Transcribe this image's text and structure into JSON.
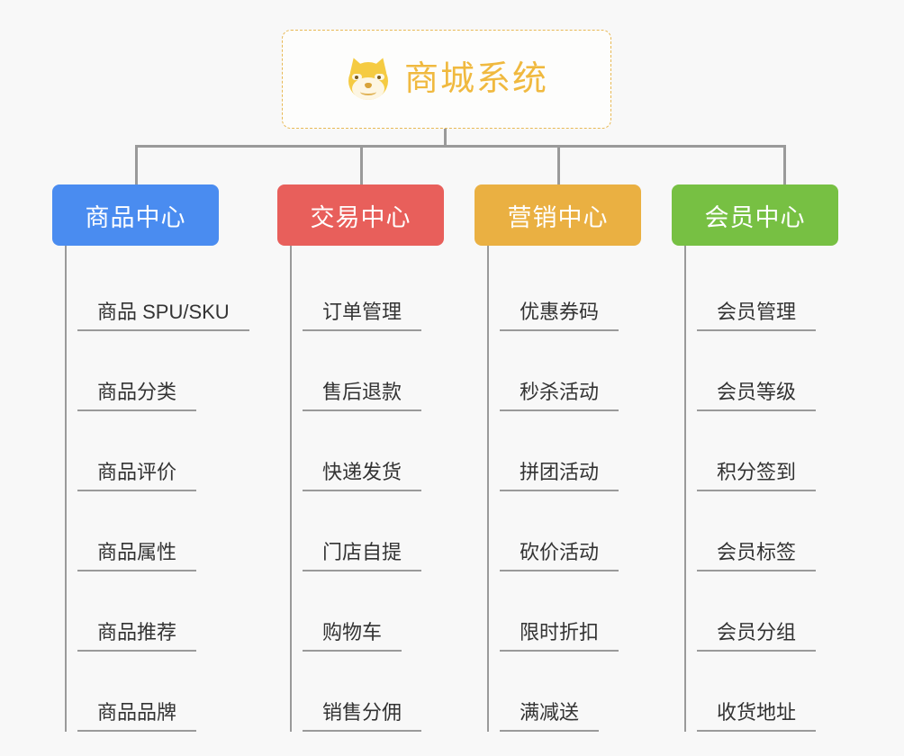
{
  "diagram": {
    "title": "商城系统",
    "background_color": "#f8f8f8",
    "root": {
      "label": "商城系统",
      "icon": "shiba-dog-emoji",
      "text_color": "#f0b93f",
      "border_color": "#e8b955",
      "border_style": "dashed"
    },
    "connector_color": "#9a9a9a",
    "columns": [
      {
        "header": "商品中心",
        "color": "#4a8cf0",
        "items": [
          "商品 SPU/SKU",
          "商品分类",
          "商品评价",
          "商品属性",
          "商品推荐",
          "商品品牌"
        ]
      },
      {
        "header": "交易中心",
        "color": "#e85f5b",
        "items": [
          "订单管理",
          "售后退款",
          "快递发货",
          "门店自提",
          "购物车",
          "销售分佣"
        ]
      },
      {
        "header": "营销中心",
        "color": "#eab042",
        "items": [
          "优惠券码",
          "秒杀活动",
          "拼团活动",
          "砍价活动",
          "限时折扣",
          "满减送"
        ]
      },
      {
        "header": "会员中心",
        "color": "#77c043",
        "items": [
          "会员管理",
          "会员等级",
          "积分签到",
          "会员标签",
          "会员分组",
          "收货地址"
        ]
      }
    ]
  }
}
